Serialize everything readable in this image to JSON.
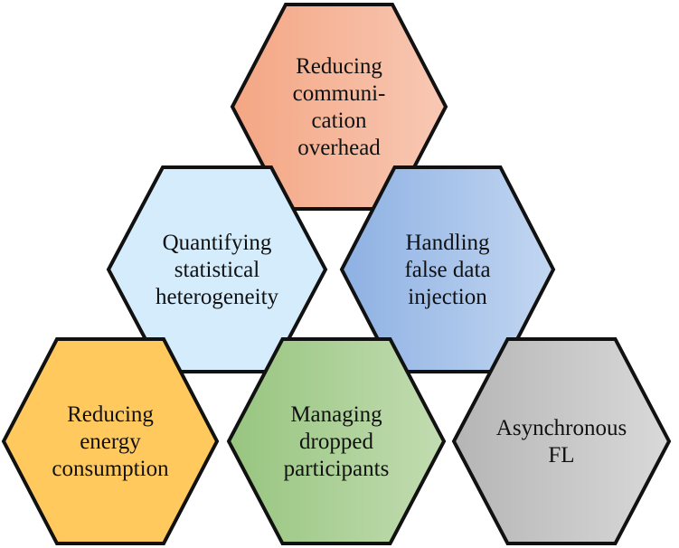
{
  "hexagons": [
    {
      "id": "reducing-communication-overhead",
      "lines": [
        "Reducing",
        "communi-",
        "cation",
        "overhead"
      ],
      "fill_start": "#F4A683",
      "fill_end": "#F8C8B4"
    },
    {
      "id": "quantifying-statistical-heterogeneity",
      "lines": [
        "Quantifying",
        "statistical",
        "heterogeneity"
      ],
      "fill_start": "#D4ECFB",
      "fill_end": "#D4ECFB"
    },
    {
      "id": "handling-false-data-injection",
      "lines": [
        "Handling",
        "false data",
        "injection"
      ],
      "fill_start": "#8EB1E3",
      "fill_end": "#C2D6F1"
    },
    {
      "id": "reducing-energy-consumption",
      "lines": [
        "Reducing",
        "energy",
        "consumption"
      ],
      "fill_start": "#FFC95E",
      "fill_end": "#FFC95E"
    },
    {
      "id": "managing-dropped-participants",
      "lines": [
        "Managing",
        "dropped",
        "participants"
      ],
      "fill_start": "#97C57F",
      "fill_end": "#C2DCB1"
    },
    {
      "id": "asynchronous-fl",
      "lines": [
        "Asynchronous",
        "FL"
      ],
      "fill_start": "#B5B5B5",
      "fill_end": "#D9D9D9"
    }
  ]
}
